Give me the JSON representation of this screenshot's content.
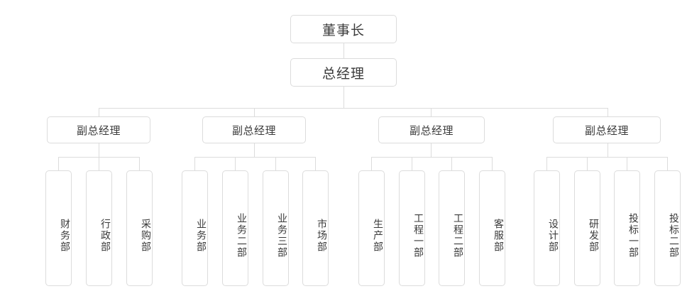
{
  "chart_title": "",
  "colors": {
    "border": "#dcdcdc",
    "text": "#3b3b3b",
    "background": "#ffffff",
    "connector": "#dcdcdc"
  },
  "org": {
    "root": {
      "label": "董事长"
    },
    "level2": {
      "label": "总经理"
    },
    "level3": [
      {
        "label": "副总经理"
      },
      {
        "label": "副总经理"
      },
      {
        "label": "副总经理"
      },
      {
        "label": "副总经理"
      }
    ],
    "groups": [
      {
        "parent": "副总经理",
        "departments": [
          {
            "label": "财务部"
          },
          {
            "label": "行政部"
          },
          {
            "label": "采购部"
          }
        ]
      },
      {
        "parent": "副总经理",
        "departments": [
          {
            "label": "业务部"
          },
          {
            "label": "业务二部"
          },
          {
            "label": "业务三部"
          },
          {
            "label": "市场部"
          }
        ]
      },
      {
        "parent": "副总经理",
        "departments": [
          {
            "label": "生产部"
          },
          {
            "label": "工程一部"
          },
          {
            "label": "工程二部"
          },
          {
            "label": "客服部"
          }
        ]
      },
      {
        "parent": "副总经理",
        "departments": [
          {
            "label": "设计部"
          },
          {
            "label": "研发部"
          },
          {
            "label": "投标一部"
          },
          {
            "label": "投标二部"
          }
        ]
      }
    ]
  }
}
